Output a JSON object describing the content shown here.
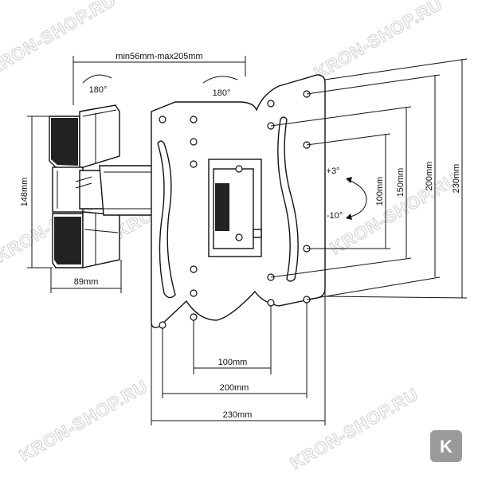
{
  "dimensions": {
    "arm_extension": "min56mm-max205mm",
    "swivel_left": "180°",
    "swivel_right": "180°",
    "height_left": "148mm",
    "depth_bottom": "89mm",
    "tilt_up": "+3°",
    "tilt_down": "-10°",
    "vesa_h_100": "100mm",
    "vesa_h_200": "200mm",
    "vesa_h_230": "230mm",
    "vesa_v_100": "100mm",
    "vesa_v_150": "150mm",
    "vesa_v_200": "200mm",
    "vesa_v_230": "230mm"
  },
  "watermark": {
    "text": "KRON-SHOP.RU",
    "logo_letter": "K"
  },
  "colors": {
    "line": "#111111",
    "watermark": "#cfcfcf",
    "logo_bg": "#9a9a9a"
  }
}
